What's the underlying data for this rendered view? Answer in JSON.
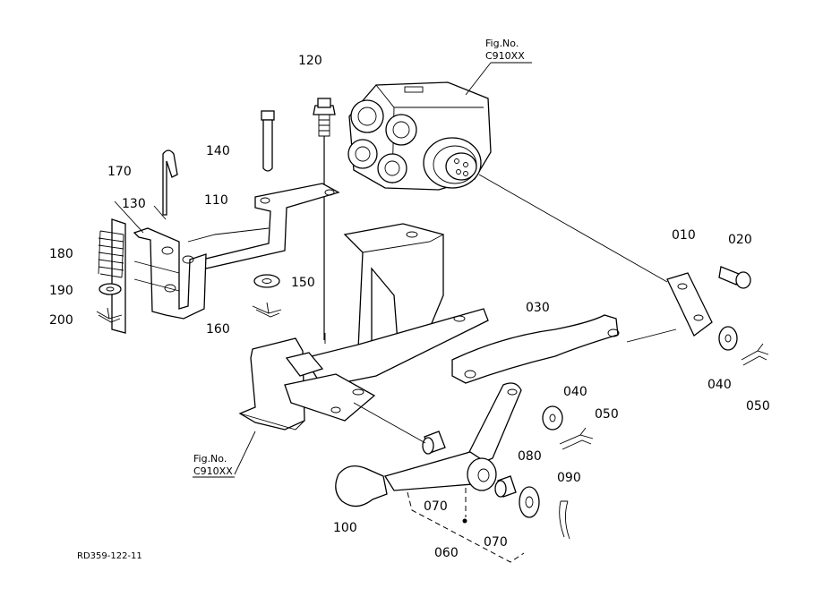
{
  "diagram": {
    "code": "RD359-122-11",
    "fig_refs": [
      {
        "line1": "Fig.No.",
        "line2": "C910XX"
      },
      {
        "line1": "Fig.No.",
        "line2": "C910XX"
      }
    ],
    "parts": [
      {
        "label": "010"
      },
      {
        "label": "020"
      },
      {
        "label": "030"
      },
      {
        "label": "040"
      },
      {
        "label": "040"
      },
      {
        "label": "050"
      },
      {
        "label": "050"
      },
      {
        "label": "060"
      },
      {
        "label": "070"
      },
      {
        "label": "070"
      },
      {
        "label": "080"
      },
      {
        "label": "090"
      },
      {
        "label": "100"
      },
      {
        "label": "110"
      },
      {
        "label": "120"
      },
      {
        "label": "130"
      },
      {
        "label": "140"
      },
      {
        "label": "150"
      },
      {
        "label": "160"
      },
      {
        "label": "170"
      },
      {
        "label": "180"
      },
      {
        "label": "190"
      },
      {
        "label": "200"
      }
    ]
  }
}
